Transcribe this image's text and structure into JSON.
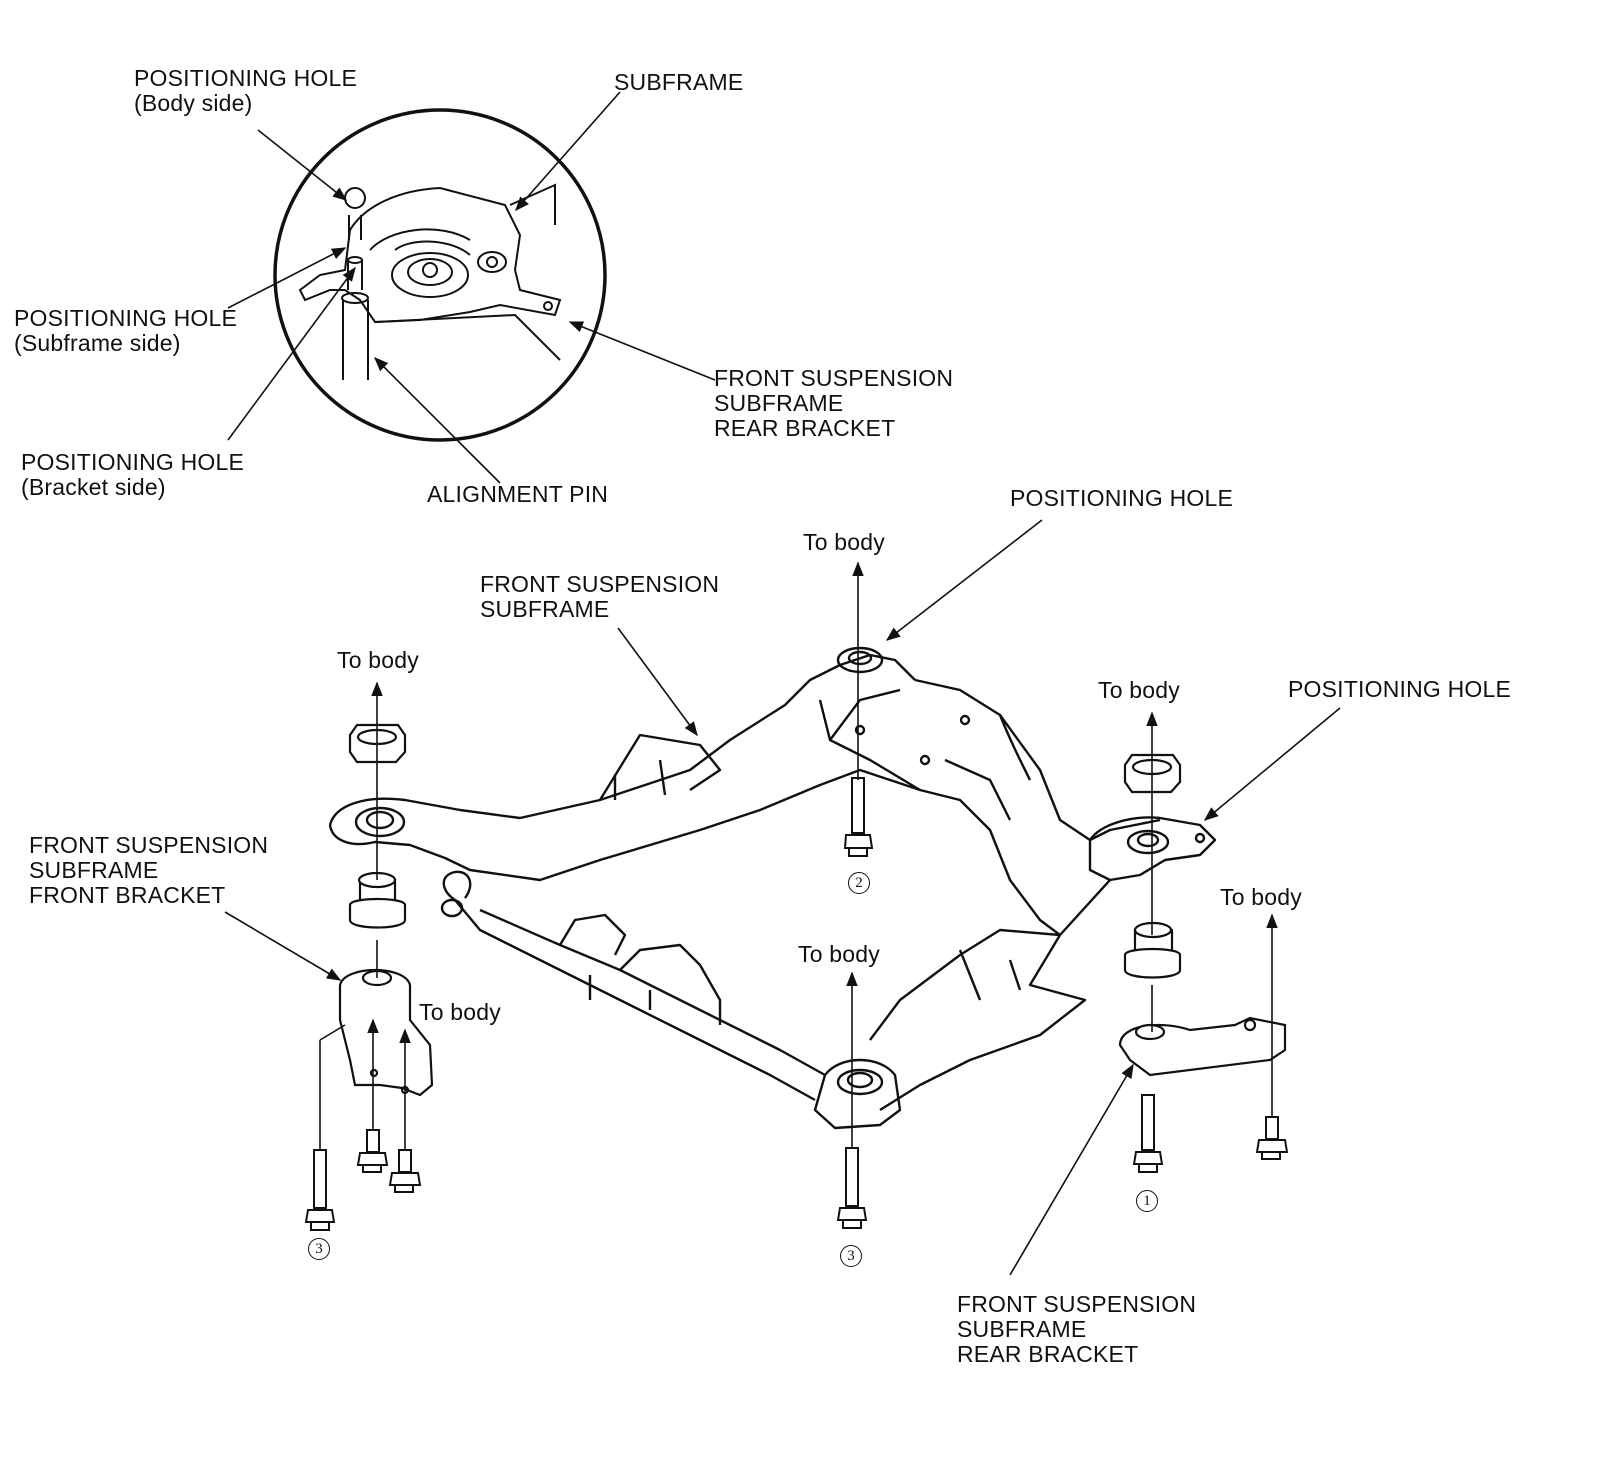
{
  "detail_view": {
    "pos_hole_body": "POSITIONING HOLE\n(Body side)",
    "subframe": "SUBFRAME",
    "pos_hole_subframe": "POSITIONING HOLE\n(Subframe side)",
    "pos_hole_bracket": "POSITIONING HOLE\n(Bracket side)",
    "alignment_pin": "ALIGNMENT PIN",
    "rear_bracket": "FRONT SUSPENSION\nSUBFRAME\nREAR BRACKET"
  },
  "main_view": {
    "to_body": "To body",
    "front_suspension_subframe": "FRONT SUSPENSION\nSUBFRAME",
    "positioning_hole": "POSITIONING HOLE",
    "front_bracket": "FRONT SUSPENSION\nSUBFRAME\nFRONT BRACKET",
    "rear_bracket": "FRONT SUSPENSION\nSUBFRAME\nREAR BRACKET",
    "bolt_1": "1",
    "bolt_2": "2",
    "bolt_3": "3"
  },
  "colors": {
    "line": "#111111",
    "background": "#ffffff"
  }
}
